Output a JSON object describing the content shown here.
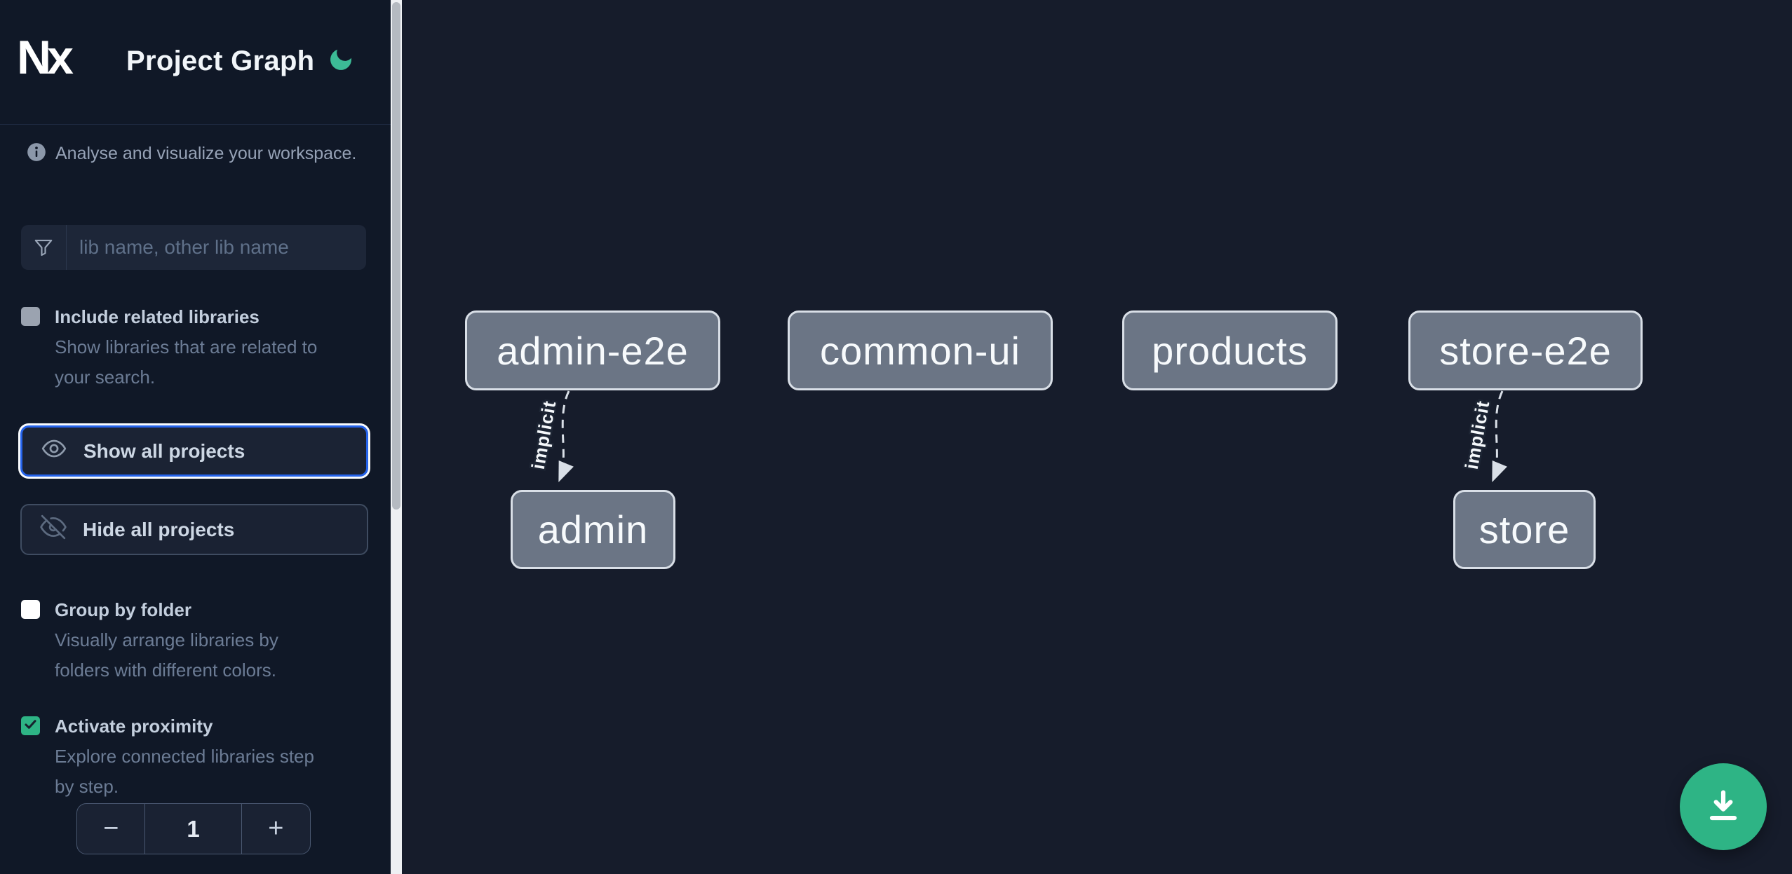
{
  "app": {
    "logo_text": "Nx",
    "title": "Project Graph"
  },
  "theme": {
    "accent_green": "#2eb485",
    "focus_blue": "#2563eb",
    "node_fill": "#6b7585"
  },
  "info_banner": {
    "text": "Analyse and visualize your workspace."
  },
  "filter": {
    "placeholder": "lib name, other lib name"
  },
  "options": [
    {
      "label": "Include related libraries",
      "desc_line1": "Show libraries that are related to",
      "desc_line2": "your search.",
      "checked": false
    },
    {
      "label": "Group by folder",
      "desc_line1": "Visually arrange libraries by",
      "desc_line2": "folders with different colors.",
      "checked": false
    },
    {
      "label": "Activate proximity",
      "desc_line1": "Explore connected libraries step",
      "desc_line2": "by step.",
      "checked": true
    }
  ],
  "actions": {
    "show_all": "Show all projects",
    "hide_all": "Hide all projects"
  },
  "proximity_stepper": {
    "decrement_label": "−",
    "value": "1",
    "increment_label": "+"
  },
  "graph": {
    "nodes": [
      {
        "id": "admin-e2e",
        "label": "admin-e2e"
      },
      {
        "id": "common-ui",
        "label": "common-ui"
      },
      {
        "id": "products",
        "label": "products"
      },
      {
        "id": "store-e2e",
        "label": "store-e2e"
      },
      {
        "id": "admin",
        "label": "admin"
      },
      {
        "id": "store",
        "label": "store"
      }
    ],
    "edges": [
      {
        "from": "admin-e2e",
        "to": "admin",
        "type": "implicit",
        "label": "implicit"
      },
      {
        "from": "store-e2e",
        "to": "store",
        "type": "implicit",
        "label": "implicit"
      }
    ]
  },
  "fab": {
    "icon": "download"
  }
}
